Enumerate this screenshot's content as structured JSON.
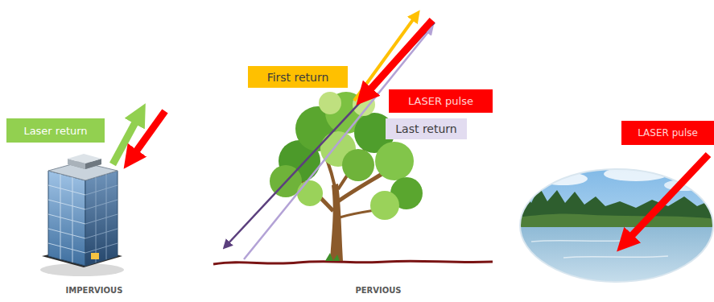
{
  "diagram": {
    "nodes": [
      {
        "text": [
          "Laser return"
        ]
      },
      {
        "text": [
          "First return"
        ]
      },
      {
        "text": [
          "LASER pulse"
        ]
      },
      {
        "text": [
          "Last return"
        ]
      },
      {
        "text": [
          "LASER pulse"
        ]
      }
    ],
    "labels": [
      "IMPERVIOUS",
      "PERVIOUS"
    ]
  }
}
